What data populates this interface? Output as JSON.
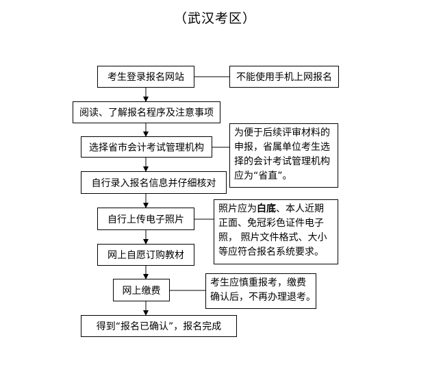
{
  "title": "（武汉考区）",
  "steps": [
    "考生登录报名网站",
    "阅读、了解报名程序及注意事项",
    "选择省市会计考试管理机构",
    "自行录入报名信息并仔细核对",
    "自行上传电子照片",
    "网上自愿订购教材",
    "网上缴费",
    "得到“报名已确认”，报名完成"
  ],
  "notes": {
    "mobile": "不能使用手机上网报名",
    "agency": [
      "为便于后续评审材料的",
      "申报，省属单位考生选",
      "择的会计考试管理机构",
      "应为“省直”。"
    ],
    "photo": {
      "line1_prefix": "照片应为",
      "line1_bold": "白底",
      "line1_suffix": "、本人近期",
      "line2": "正面、免冠彩色证件电子",
      "line3": "照， 照片文件格式、大小",
      "line4": "等应符合报名系统要求。"
    },
    "payment": [
      "考生应慎重报考，缴费",
      "确认后，不再办理退考。"
    ]
  }
}
